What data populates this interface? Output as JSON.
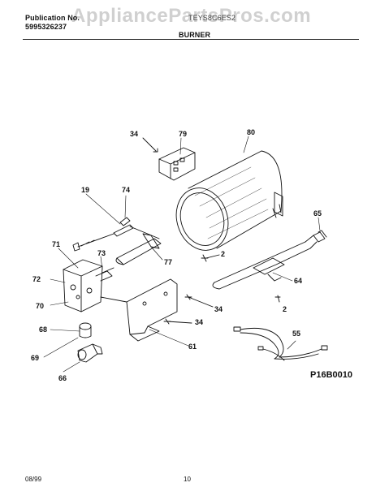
{
  "header": {
    "publication_label": "Publication No.",
    "publication_number": "5995326237",
    "model_code": "TEYS8C6ES2",
    "section_title": "BURNER"
  },
  "watermark": "AppliancePartsPros.com",
  "callouts": {
    "p34a": "34",
    "p79": "79",
    "p80": "80",
    "p19": "19",
    "p74": "74",
    "p71": "71",
    "p73": "73",
    "p77": "77",
    "p2a": "2",
    "p65": "65",
    "p72": "72",
    "p70": "70",
    "p34b": "34",
    "p64": "64",
    "p2b": "2",
    "p34c": "34",
    "p68": "68",
    "p55": "55",
    "p61": "61",
    "p69": "69",
    "p66": "66"
  },
  "drawing_id": "P16B0010",
  "footer": {
    "date": "08/99",
    "page": "10"
  }
}
